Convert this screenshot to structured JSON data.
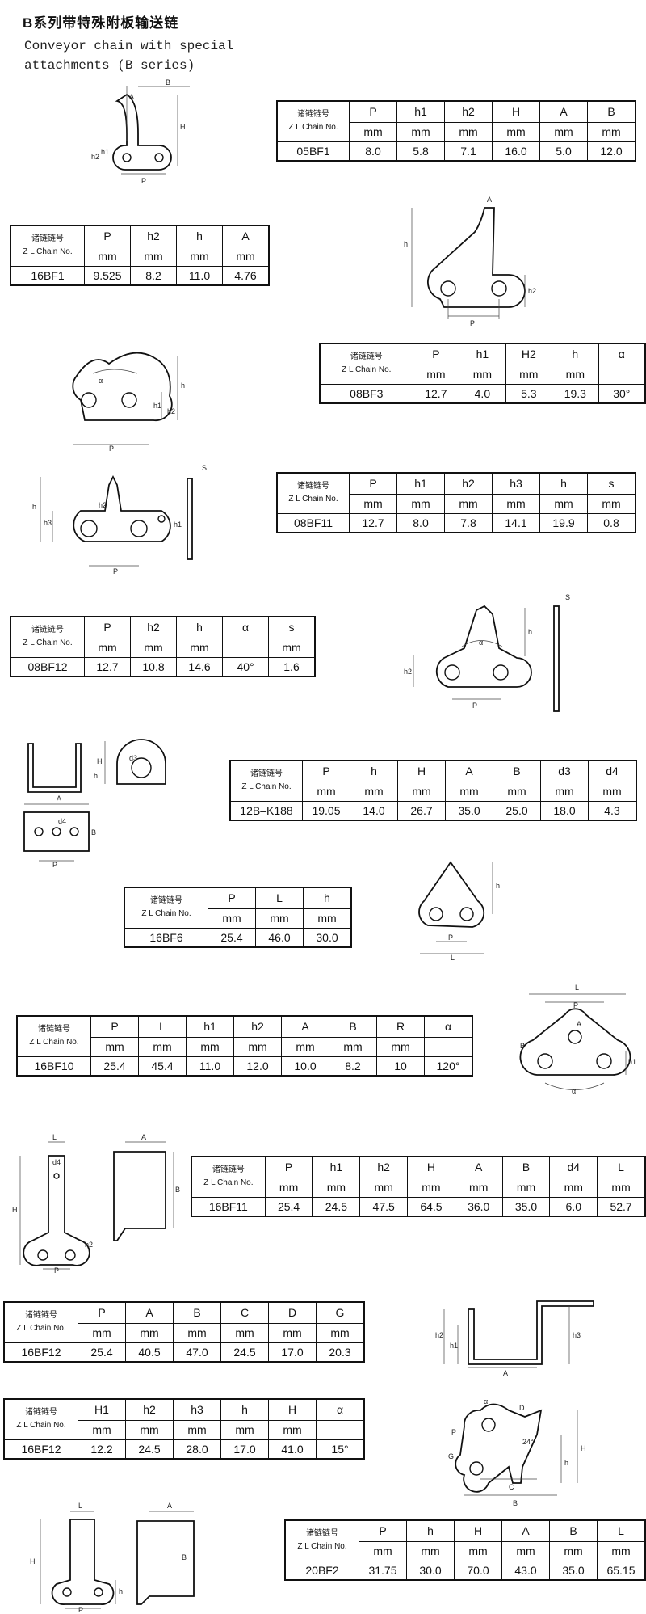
{
  "header": {
    "title_cn": "B系列带特殊附板输送链",
    "title_en_line1": "Conveyor chain with special",
    "title_en_line2": "attachments (B series)"
  },
  "label_cn": "诸链链号",
  "label_en": "Z L Chain No.",
  "tables": [
    {
      "id": "05BF1",
      "headers": [
        "P",
        "h1",
        "h2",
        "H",
        "A",
        "B"
      ],
      "units": [
        "mm",
        "mm",
        "mm",
        "mm",
        "mm",
        "mm"
      ],
      "values": [
        "8.0",
        "5.8",
        "7.1",
        "16.0",
        "5.0",
        "12.0"
      ]
    },
    {
      "id": "16BF1",
      "headers": [
        "P",
        "h2",
        "h",
        "A"
      ],
      "units": [
        "mm",
        "mm",
        "mm",
        "mm"
      ],
      "values": [
        "9.525",
        "8.2",
        "11.0",
        "4.76"
      ]
    },
    {
      "id": "08BF3",
      "headers": [
        "P",
        "h1",
        "H2",
        "h",
        "α"
      ],
      "units": [
        "mm",
        "mm",
        "mm",
        "mm",
        ""
      ],
      "values": [
        "12.7",
        "4.0",
        "5.3",
        "19.3",
        "30°"
      ]
    },
    {
      "id": "08BF11",
      "headers": [
        "P",
        "h1",
        "h2",
        "h3",
        "h",
        "s"
      ],
      "units": [
        "mm",
        "mm",
        "mm",
        "mm",
        "mm",
        "mm"
      ],
      "values": [
        "12.7",
        "8.0",
        "7.8",
        "14.1",
        "19.9",
        "0.8"
      ]
    },
    {
      "id": "08BF12",
      "headers": [
        "P",
        "h2",
        "h",
        "α",
        "s"
      ],
      "units": [
        "mm",
        "mm",
        "mm",
        "",
        "mm"
      ],
      "values": [
        "12.7",
        "10.8",
        "14.6",
        "40°",
        "1.6"
      ]
    },
    {
      "id": "12B–K188",
      "headers": [
        "P",
        "h",
        "H",
        "A",
        "B",
        "d3",
        "d4"
      ],
      "units": [
        "mm",
        "mm",
        "mm",
        "mm",
        "mm",
        "mm",
        "mm"
      ],
      "values": [
        "19.05",
        "14.0",
        "26.7",
        "35.0",
        "25.0",
        "18.0",
        "4.3"
      ]
    },
    {
      "id": "16BF6",
      "headers": [
        "P",
        "L",
        "h"
      ],
      "units": [
        "mm",
        "mm",
        "mm"
      ],
      "values": [
        "25.4",
        "46.0",
        "30.0"
      ]
    },
    {
      "id": "16BF10",
      "headers": [
        "P",
        "L",
        "h1",
        "h2",
        "A",
        "B",
        "R",
        "α"
      ],
      "units": [
        "mm",
        "mm",
        "mm",
        "mm",
        "mm",
        "mm",
        "mm",
        ""
      ],
      "values": [
        "25.4",
        "45.4",
        "11.0",
        "12.0",
        "10.0",
        "8.2",
        "10",
        "120°"
      ]
    },
    {
      "id": "16BF11",
      "headers": [
        "P",
        "h1",
        "h2",
        "H",
        "A",
        "B",
        "d4",
        "L"
      ],
      "units": [
        "mm",
        "mm",
        "mm",
        "mm",
        "mm",
        "mm",
        "mm",
        "mm"
      ],
      "values": [
        "25.4",
        "24.5",
        "47.5",
        "64.5",
        "36.0",
        "35.0",
        "6.0",
        "52.7"
      ]
    },
    {
      "id": "16BF12",
      "headers": [
        "P",
        "A",
        "B",
        "C",
        "D",
        "G"
      ],
      "units": [
        "mm",
        "mm",
        "mm",
        "mm",
        "mm",
        "mm"
      ],
      "values": [
        "25.4",
        "40.5",
        "47.0",
        "24.5",
        "17.0",
        "20.3"
      ]
    },
    {
      "id": "16BF12",
      "headers": [
        "H1",
        "h2",
        "h3",
        "h",
        "H",
        "α"
      ],
      "units": [
        "mm",
        "mm",
        "mm",
        "mm",
        "mm",
        ""
      ],
      "values": [
        "12.2",
        "24.5",
        "28.0",
        "17.0",
        "41.0",
        "15°"
      ]
    },
    {
      "id": "20BF2",
      "headers": [
        "P",
        "h",
        "H",
        "A",
        "B",
        "L"
      ],
      "units": [
        "mm",
        "mm",
        "mm",
        "mm",
        "mm",
        "mm"
      ],
      "values": [
        "31.75",
        "30.0",
        "70.0",
        "43.0",
        "35.0",
        "65.15"
      ]
    }
  ],
  "drawing_labels": {
    "P": "P",
    "A": "A",
    "B": "B",
    "C": "C",
    "D": "D",
    "G": "G",
    "H": "H",
    "h": "h",
    "h1": "h1",
    "h2": "h2",
    "h3": "h3",
    "L": "L",
    "S": "S",
    "alpha": "α",
    "d3": "d3",
    "d4": "d4",
    "angle24": "24°"
  }
}
